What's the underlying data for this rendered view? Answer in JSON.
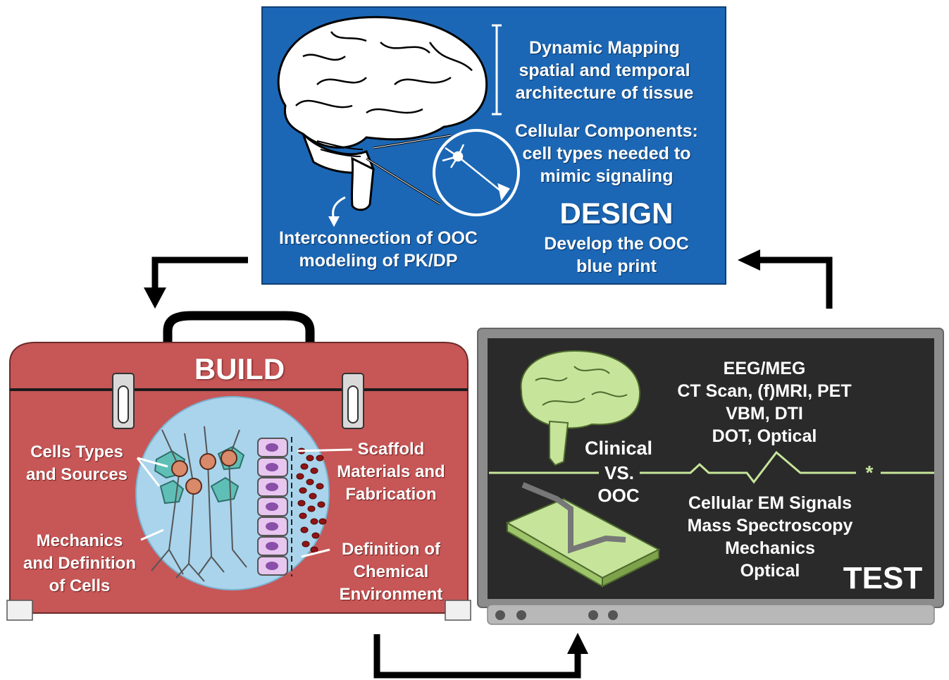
{
  "design": {
    "title": "DESIGN",
    "subtitle": [
      "Develop the OOC",
      "blue print"
    ],
    "dynamic_mapping": [
      "Dynamic Mapping",
      "spatial and temporal",
      "architecture of tissue"
    ],
    "cellular_components": [
      "Cellular Components:",
      "cell types needed to",
      "mimic signaling"
    ],
    "interconnection": [
      "Interconnection of OOC",
      "modeling of PK/DP"
    ]
  },
  "build": {
    "title": "BUILD",
    "cells_types": [
      "Cells Types",
      "and Sources"
    ],
    "mechanics": [
      "Mechanics",
      "and Definition",
      "of Cells"
    ],
    "scaffold": [
      "Scaffold",
      "Materials and",
      "Fabrication"
    ],
    "chemical": [
      "Definition of",
      "Chemical",
      "Environment"
    ]
  },
  "test": {
    "title": "TEST",
    "clinical": "Clinical",
    "vs": "VS.",
    "ooc": "OOC",
    "clinical_methods": [
      "EEG/MEG",
      "CT Scan, (f)MRI, PET",
      "VBM, DTI",
      "DOT, Optical"
    ],
    "ooc_methods": [
      "Cellular EM Signals",
      "Mass Spectroscopy",
      "Mechanics",
      "Optical"
    ],
    "marker": "*"
  },
  "colors": {
    "design_bg": "#1b67b5",
    "build_bg": "#c75656",
    "test_bg": "#2a2a2a",
    "accent_green": "#c6e59a"
  }
}
